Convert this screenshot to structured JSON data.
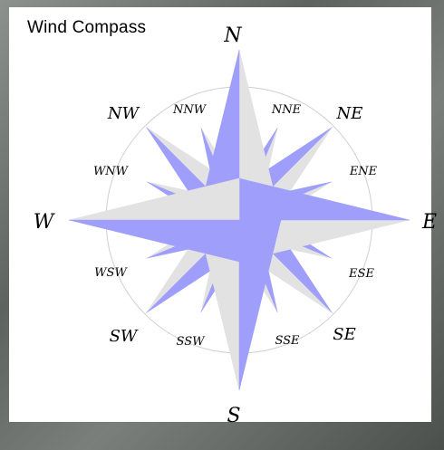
{
  "title": "Wind Compass",
  "colors": {
    "accent_blue": "#9f9ffb",
    "light_gray": "#e2e2e2",
    "outline": "#c9c9c9",
    "background": "#6f7370"
  },
  "directions": {
    "N": "N",
    "NE": "NE",
    "E": "E",
    "SE": "SE",
    "S": "S",
    "SW": "SW",
    "W": "W",
    "NW": "NW",
    "NNE": "NNE",
    "ENE": "ENE",
    "ESE": "ESE",
    "SSE": "SSE",
    "SSW": "SSW",
    "WSW": "WSW",
    "WNW": "WNW",
    "NNW": "NNW"
  }
}
